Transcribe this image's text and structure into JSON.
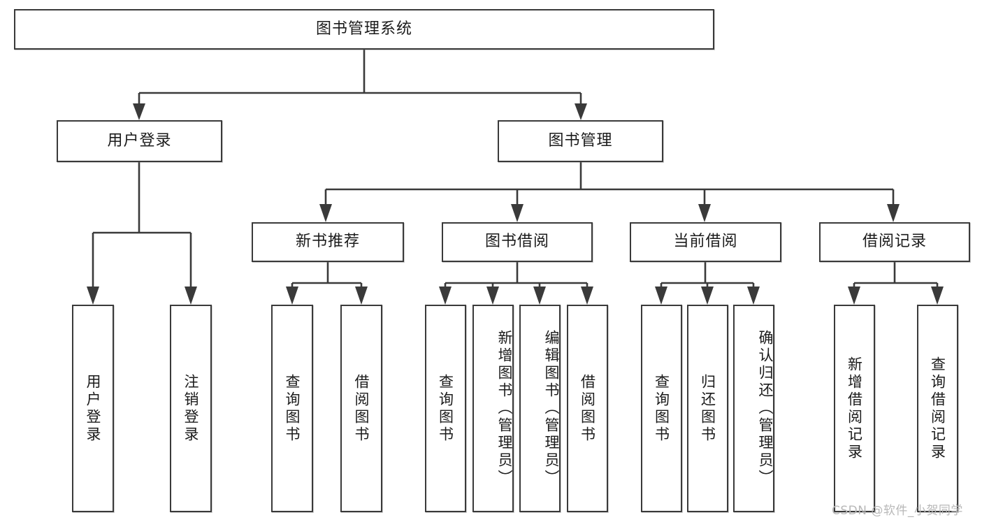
{
  "diagram": {
    "title": "图书管理系统",
    "type": "hierarchy-tree",
    "root": {
      "id": "root",
      "label": "图书管理系统"
    },
    "level2": [
      {
        "id": "user-login",
        "label": "用户登录"
      },
      {
        "id": "book-manage",
        "label": "图书管理"
      }
    ],
    "level3": [
      {
        "id": "new-book-recommend",
        "label": "新书推荐"
      },
      {
        "id": "book-borrow",
        "label": "图书借阅"
      },
      {
        "id": "current-borrow",
        "label": "当前借阅"
      },
      {
        "id": "borrow-record",
        "label": "借阅记录"
      }
    ],
    "leaves": {
      "user_login": [
        {
          "id": "leaf-user-login",
          "label": "用户登录"
        },
        {
          "id": "leaf-logout-login",
          "label": "注销登录"
        }
      ],
      "new_book_recommend": [
        {
          "id": "leaf-query-book-1",
          "label": "查询图书"
        },
        {
          "id": "leaf-borrow-book-1",
          "label": "借阅图书"
        }
      ],
      "book_borrow": [
        {
          "id": "leaf-query-book-2",
          "label": "查询图书"
        },
        {
          "id": "leaf-add-book",
          "label": "新增图书（管理员）"
        },
        {
          "id": "leaf-edit-book",
          "label": "编辑图书（管理员）"
        },
        {
          "id": "leaf-borrow-book-2",
          "label": "借阅图书"
        }
      ],
      "current_borrow": [
        {
          "id": "leaf-query-book-3",
          "label": "查询图书"
        },
        {
          "id": "leaf-return-book",
          "label": "归还图书"
        },
        {
          "id": "leaf-confirm-return",
          "label": "确认归还（管理员）"
        }
      ],
      "borrow_record": [
        {
          "id": "leaf-add-record",
          "label": "新增借阅记录"
        },
        {
          "id": "leaf-query-record",
          "label": "查询借阅记录"
        }
      ]
    },
    "colors": {
      "stroke": "#3a3a3a",
      "text": "#1b1b1b",
      "background": "#ffffff",
      "watermark": "#b8b8b8"
    }
  },
  "watermark": {
    "text": "CSDN @软件_小贺同学"
  }
}
